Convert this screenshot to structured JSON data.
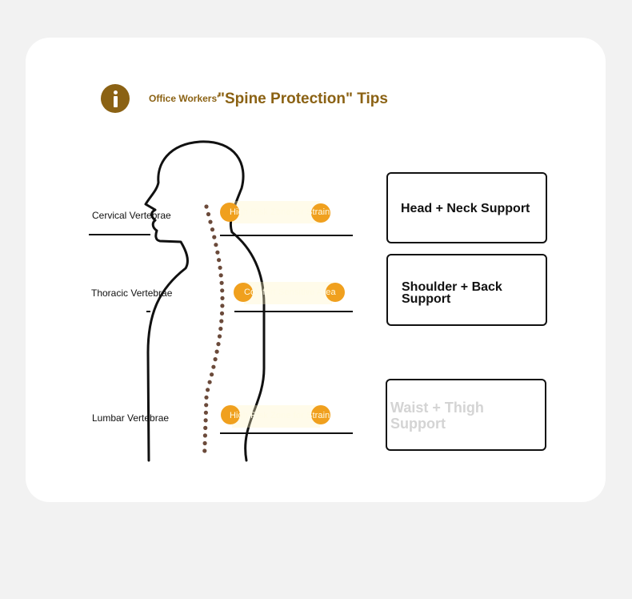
{
  "title": {
    "prefix": "Office Workers'",
    "main": "\"Spine Protection\" Tips",
    "icon": "info-icon",
    "accent_color": "#8b6214"
  },
  "vertebrae": [
    {
      "label": "Cervical Vertebrae"
    },
    {
      "label": "Thoracic Vertebrae"
    },
    {
      "label": "Lumbar Vertebrae"
    }
  ],
  "zones": [
    {
      "label": "High Risk Zone for Strain"
    },
    {
      "label": "Comfort Sensitive Area"
    },
    {
      "label": "High Risk Zone for Strain"
    }
  ],
  "supports": [
    {
      "label": "Head + Neck Support"
    },
    {
      "label": "Shoulder + Back Support"
    },
    {
      "label": "Waist + Thigh Support"
    }
  ],
  "colors": {
    "zone_orange": "#f0a01e",
    "spine_dots": "#6b4a3a",
    "outline": "#111111"
  }
}
